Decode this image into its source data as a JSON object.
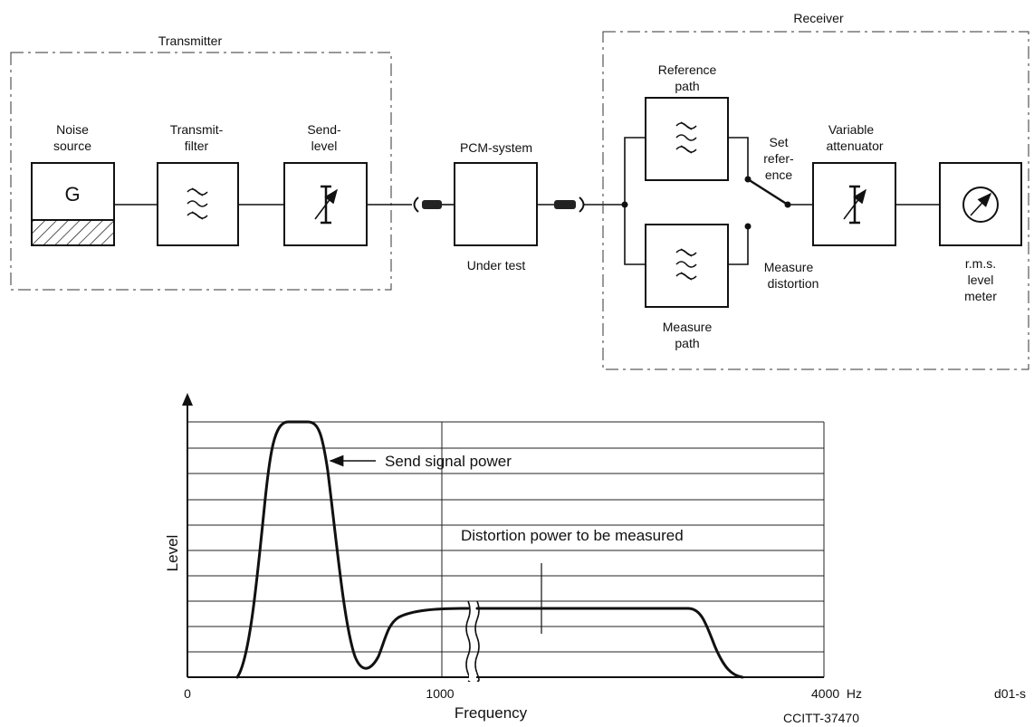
{
  "block_diagram": {
    "transmitter": {
      "title": "Transmitter",
      "noise_source": {
        "line1": "Noise",
        "line2": "source",
        "symbol": "G"
      },
      "transmit_filter": {
        "line1": "Transmit-",
        "line2": "filter"
      },
      "send_level": {
        "line1": "Send-",
        "line2": "level"
      }
    },
    "pcm_system": {
      "title": "PCM-system",
      "subtitle": "Under test"
    },
    "receiver": {
      "title": "Receiver",
      "reference_path": {
        "line1": "Reference",
        "line2": "path"
      },
      "measure_path": {
        "line1": "Measure",
        "line2": "path"
      },
      "set_reference": {
        "line1": "Set",
        "line2": "refer-",
        "line3": "ence"
      },
      "measure_distortion": {
        "line1": "Measure",
        "line2": "distortion"
      },
      "variable_attenuator": {
        "line1": "Variable",
        "line2": "attenuator"
      },
      "rms_meter": {
        "line1": "r.m.s.",
        "line2": "level",
        "line3": "meter"
      }
    }
  },
  "chart_data": {
    "type": "line",
    "xlabel": "Frequency",
    "ylabel": "Level",
    "x_ticks": [
      "0",
      "1000",
      "4000  Hz"
    ],
    "annotations": {
      "send_signal": "Send signal power",
      "distortion": "Distortion power to be measured"
    },
    "grid": true,
    "axis_break": true
  },
  "footer": {
    "figure_id": "d01-s",
    "ref_code": "CCITT-37470"
  }
}
